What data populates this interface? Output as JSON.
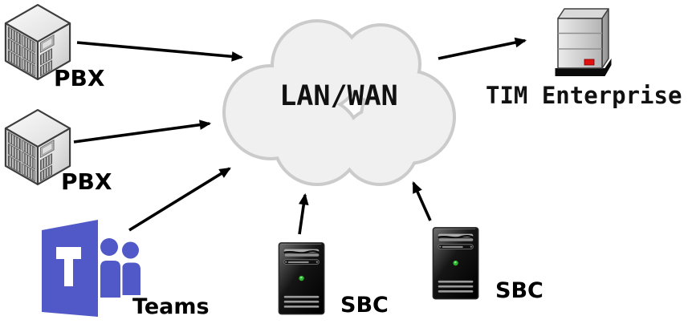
{
  "diagram": {
    "cloud": {
      "label": "LAN/WAN"
    },
    "nodes": [
      {
        "id": "pbx-1",
        "label": "PBX",
        "icon": "pbx-switch-icon"
      },
      {
        "id": "pbx-2",
        "label": "PBX",
        "icon": "pbx-switch-icon"
      },
      {
        "id": "teams",
        "label": "Teams",
        "icon": "microsoft-teams-icon"
      },
      {
        "id": "sbc-1",
        "label": "SBC",
        "icon": "dark-tower-server-icon"
      },
      {
        "id": "sbc-2",
        "label": "SBC",
        "icon": "dark-tower-server-icon"
      },
      {
        "id": "tim-enterprise",
        "label": "TIM Enterprise",
        "icon": "light-tower-server-icon"
      }
    ],
    "connections": [
      {
        "from": "pbx-1",
        "to": "lan-wan-cloud",
        "direction": "into-cloud"
      },
      {
        "from": "pbx-2",
        "to": "lan-wan-cloud",
        "direction": "into-cloud"
      },
      {
        "from": "teams",
        "to": "lan-wan-cloud",
        "direction": "into-cloud"
      },
      {
        "from": "sbc-1",
        "to": "lan-wan-cloud",
        "direction": "into-cloud"
      },
      {
        "from": "sbc-2",
        "to": "lan-wan-cloud",
        "direction": "into-cloud"
      },
      {
        "from": "lan-wan-cloud",
        "to": "tim-enterprise",
        "direction": "out-of-cloud"
      }
    ],
    "colors": {
      "teams_purple": "#5159C8",
      "cloud_fill": "#F0F0F0",
      "cloud_border": "#CBCBCB",
      "arrow": "#000000",
      "tim_led_red": "#E31010",
      "sbc_led_green": "#28B428"
    }
  }
}
